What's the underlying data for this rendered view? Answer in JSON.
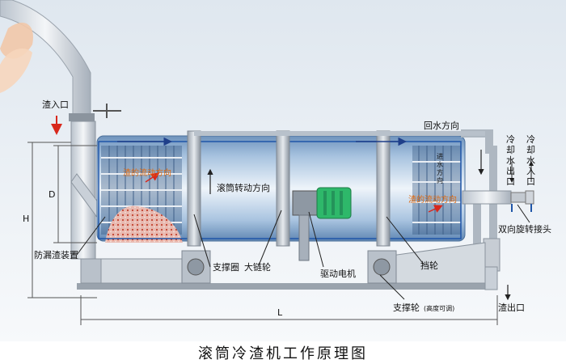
{
  "labels": {
    "slag_inlet": "渣入口",
    "return_water": "回水方向",
    "cooling_out": "冷却水出口",
    "cooling_in": "冷却水入口",
    "rotary_joint": "双向旋转接头",
    "slag_flow_left": "渣的流动方向",
    "slag_flow_right": "渣的流动方向",
    "drum_rotation": "滚筒转动方向",
    "water_flow": "进水方向",
    "anti_leak": "防漏渣装置",
    "support_ring": "支撑圈",
    "big_sprocket": "大链轮",
    "drive_motor": "驱动电机",
    "stop_wheel": "挡轮",
    "support_wheel": "支撑轮",
    "support_wheel_note": "(高度可调)",
    "slag_outlet": "渣出口",
    "dim_h": "H",
    "dim_d": "D",
    "dim_l": "L"
  },
  "caption": "滚筒冷渣机工作原理图",
  "colors": {
    "drum_mid": "#dbe8f4",
    "drum_dark": "#5f86b2",
    "frame": "#9fa7b3",
    "motor": "#2eb86a",
    "label_orange": "#e06a10",
    "pipe_blue": "#1f55a8",
    "arrow_red": "#d8281c"
  }
}
